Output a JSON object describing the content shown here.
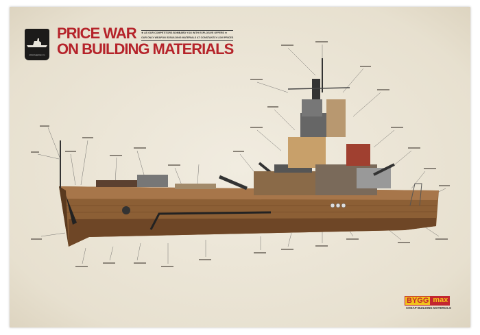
{
  "header": {
    "badge_url": "www.byggmax.no",
    "title_line1": "PRICE WAR",
    "title_line2": "ON BUILDING MATERIALS",
    "tagline_line1": "★ AS OUR COMPETITORS BOMBARD YOU WITH EXPLOSIVE OFFERS ★",
    "tagline_line2": "OUR ONLY WEAPON IS BUILDING MATERIALS AT CONSTANTLY LOW PRICES"
  },
  "brand": {
    "logo_part1": "BYGG",
    "logo_part2": "max",
    "slogan": "CHEAP BUILDING MATERIALS"
  },
  "colors": {
    "accent_red": "#b5232a",
    "logo_yellow": "#f2c21b",
    "paper": "#ece6d7"
  }
}
